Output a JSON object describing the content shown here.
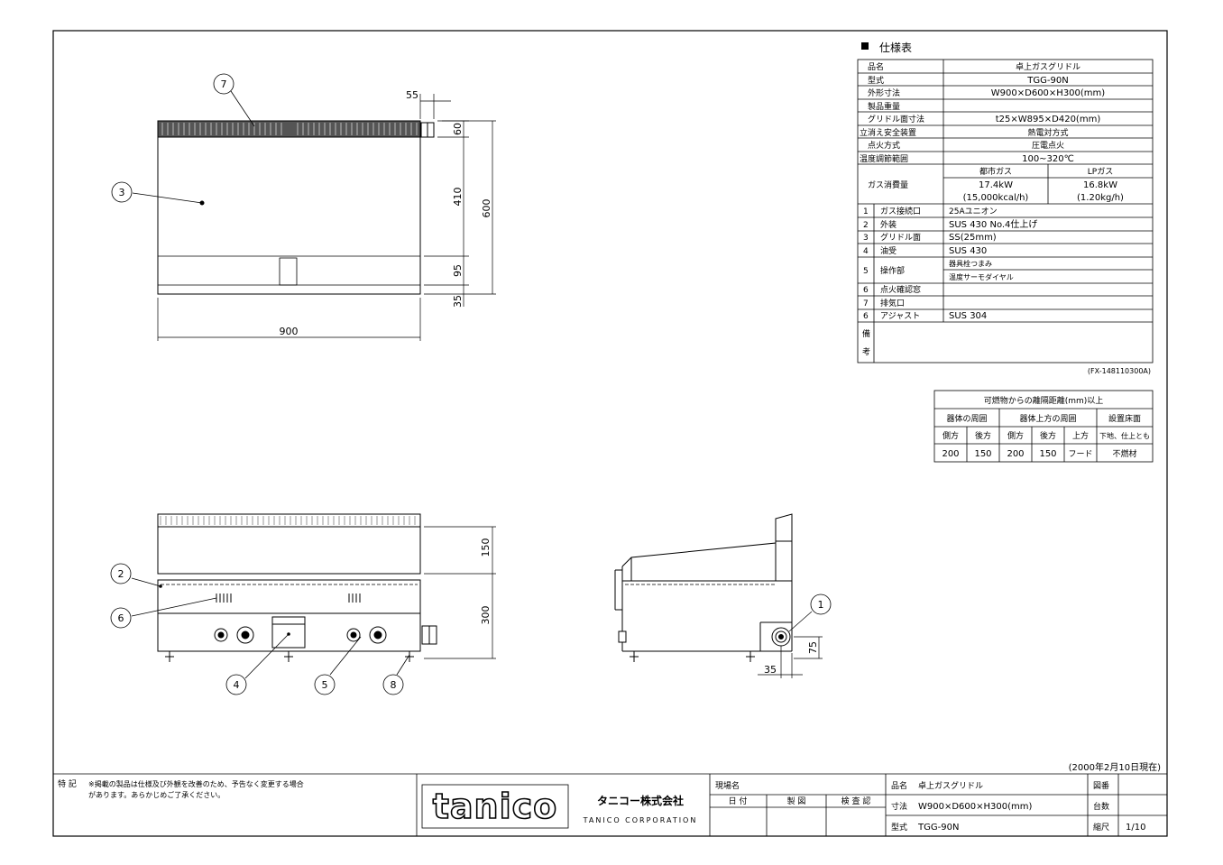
{
  "spec": {
    "heading": "仕様表",
    "rows": [
      {
        "label": "品名",
        "value": "卓上ガスグリドル"
      },
      {
        "label": "型式",
        "value": "TGG-90N"
      },
      {
        "label": "外形寸法",
        "value": "W900×D600×H300(mm)"
      },
      {
        "label": "製品重量",
        "value": ""
      },
      {
        "label": "グリドル面寸法",
        "value": "t25×W895×D420(mm)"
      },
      {
        "label": "立消え安全装置",
        "value": "熱電対方式"
      },
      {
        "label": "点火方式",
        "value": "圧電点火"
      },
      {
        "label": "温度調節範囲",
        "value": "100~320℃"
      }
    ],
    "gas": {
      "label": "ガス消費量",
      "head_city": "都市ガス",
      "head_lp": "LPガス",
      "city_1": "17.4kW",
      "city_2": "(15,000kcal/h)",
      "lp_1": "16.8kW",
      "lp_2": "(1.20kg/h)"
    },
    "parts": [
      {
        "no": "1",
        "name": "ガス接続口",
        "value": "25Aユニオン"
      },
      {
        "no": "2",
        "name": "外装",
        "value": "SUS 430 No.4仕上げ"
      },
      {
        "no": "3",
        "name": "グリドル面",
        "value": "SS(25mm)"
      },
      {
        "no": "4",
        "name": "油受",
        "value": "SUS 430"
      },
      {
        "no": "5",
        "name": "操作部",
        "value": "器具栓つまみ",
        "value2": "温度サーモダイヤル"
      },
      {
        "no": "6",
        "name": "点火確認窓",
        "value": ""
      },
      {
        "no": "7",
        "name": "排気口",
        "value": ""
      },
      {
        "no": "6",
        "name": "アジャスト",
        "value": "SUS 304"
      }
    ],
    "remarks_1": "備",
    "remarks_2": "考",
    "code": "(FX-148110300A)"
  },
  "clearance": {
    "title": "可燃物からの離隔距離(mm)以上",
    "group_1": "器体の周囲",
    "group_2": "器体上方の周囲",
    "group_3": "設置床面",
    "headers": [
      "側方",
      "後方",
      "側方",
      "後方",
      "上方",
      "下地、仕上とも"
    ],
    "values": [
      "200",
      "150",
      "200",
      "150",
      "フード",
      "不燃材"
    ]
  },
  "dims": {
    "top_55": "55",
    "right_60": "60",
    "right_410": "410",
    "right_95": "95",
    "right_35": "35",
    "total_600": "600",
    "width_900": "900",
    "front_150": "150",
    "front_300": "300",
    "side_75": "75",
    "side_35": "35"
  },
  "callouts": [
    "1",
    "2",
    "3",
    "4",
    "5",
    "6",
    "7",
    "8"
  ],
  "date_note": "(2000年2月10日現在)",
  "footer": {
    "note_label": "特 記",
    "note_line1": "※掲載の製品は仕様及び外観を改善のため、予告なく変更する場合",
    "note_line2": "があります。あらかじめご了承ください。",
    "logo": "tanico",
    "company_jp": "タニコー株式会社",
    "company_en": "TANICO CORPORATION",
    "site_label": "現場名",
    "date_label": "日 付",
    "draw_label": "製 図",
    "check_label": "検 査 認",
    "name_label": "品名",
    "name_value": "卓上ガスグリドル",
    "size_label": "寸法",
    "size_value": "W900×D600×H300(mm)",
    "model_label": "型式",
    "model_value": "TGG-90N",
    "zuban_label": "図番",
    "count_label": "台数",
    "scale_label": "縮尺",
    "scale_value": "1/10"
  }
}
